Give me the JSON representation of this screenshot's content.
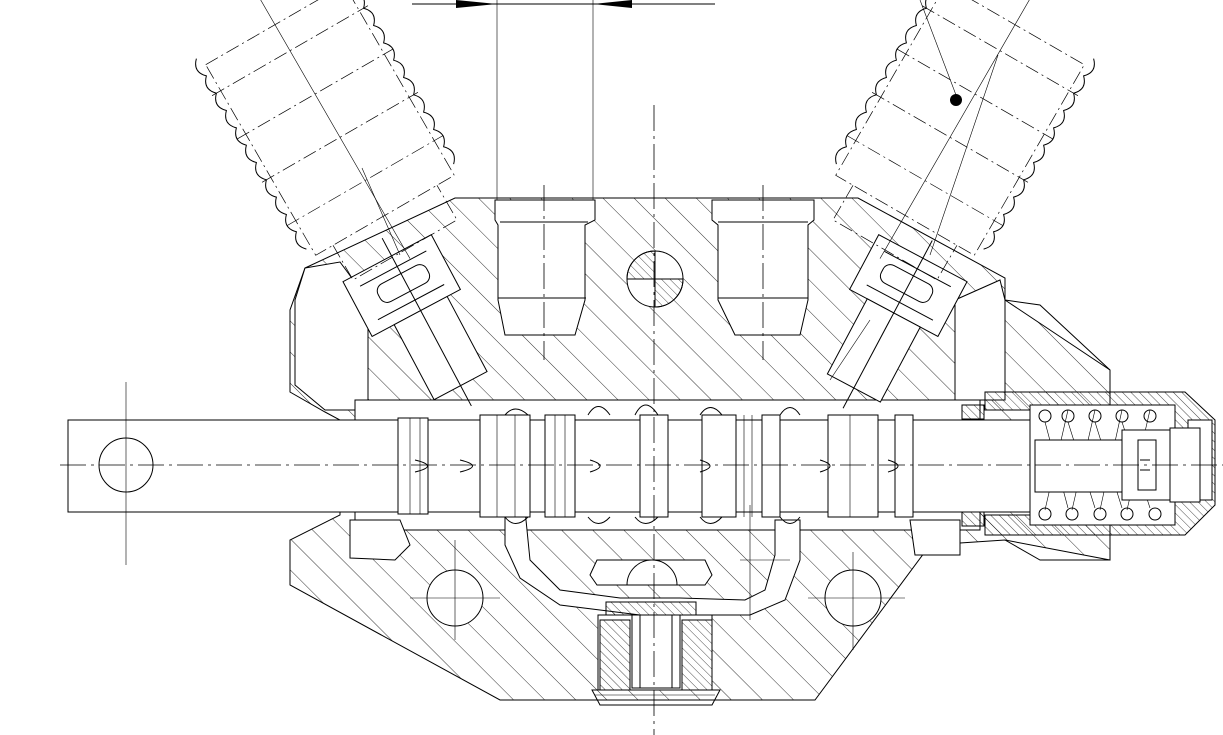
{
  "drawing": {
    "colors": {
      "line": "#000000",
      "background": "#ffffff"
    },
    "parts": [
      "valve-body",
      "spool",
      "actuator-rod-eye",
      "hose-fitting-left",
      "hose-fitting-right",
      "port-left",
      "port-right",
      "relief-valve",
      "return-spring",
      "centering-cap",
      "check-plug"
    ]
  }
}
